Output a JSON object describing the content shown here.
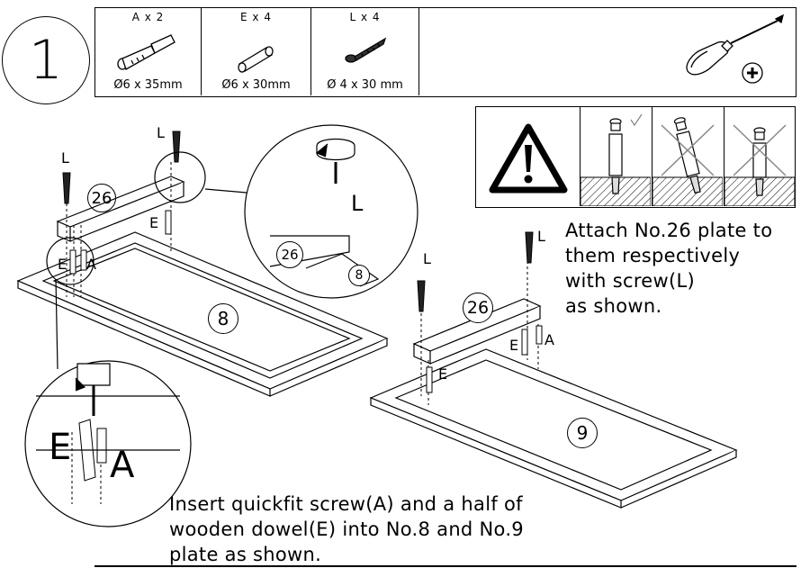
{
  "step": {
    "number": "1"
  },
  "parts": [
    {
      "qty": "A x 2",
      "size": "Ø6 x 35mm",
      "icon": "quickfit-screw-icon"
    },
    {
      "qty": "E x 4",
      "size": "Ø6 x 30mm",
      "icon": "wooden-dowel-icon"
    },
    {
      "qty": "L x 4",
      "size": "Ø 4 x 30 mm",
      "icon": "wood-screw-icon"
    }
  ],
  "tool": {
    "icon": "phillips-screwdriver-icon"
  },
  "warning": {
    "icon": "warning-triangle-icon"
  },
  "instructions": {
    "attach": [
      "Attach No.26 plate to",
      "them respectively",
      "with screw(L)",
      "as shown."
    ],
    "insert": [
      "Insert quickfit screw(A) and a half of",
      "wooden dowel(E) into No.8 and No.9",
      "plate as shown."
    ]
  },
  "labels": {
    "plate_26": "26",
    "plate_8": "8",
    "plate_9": "9",
    "screw_L": "L",
    "dowel_E": "E",
    "quickfit_A": "A"
  }
}
